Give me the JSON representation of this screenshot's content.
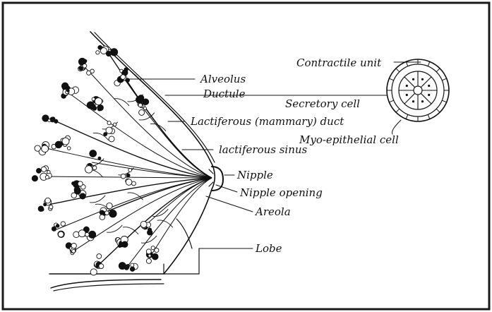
{
  "labels": {
    "contractile_unit": "Contractile unit",
    "alveolus": "Alveolus",
    "ductule": "Ductule",
    "secretory_cell": "Secretory cell",
    "lactiferous_duct": "Lactiferous (mammary) duct",
    "myoepithelial_cell": "Myo-epithelial cell",
    "lactiferous_sinus": "lactiferous sinus",
    "nipple": "Nipple",
    "nipple_opening": "Nipple opening",
    "areola": "Areola",
    "lobe": "Lobe"
  },
  "colors": {
    "ink": "#111111",
    "background": "#ffffff",
    "frame": "#1a1a1a"
  }
}
